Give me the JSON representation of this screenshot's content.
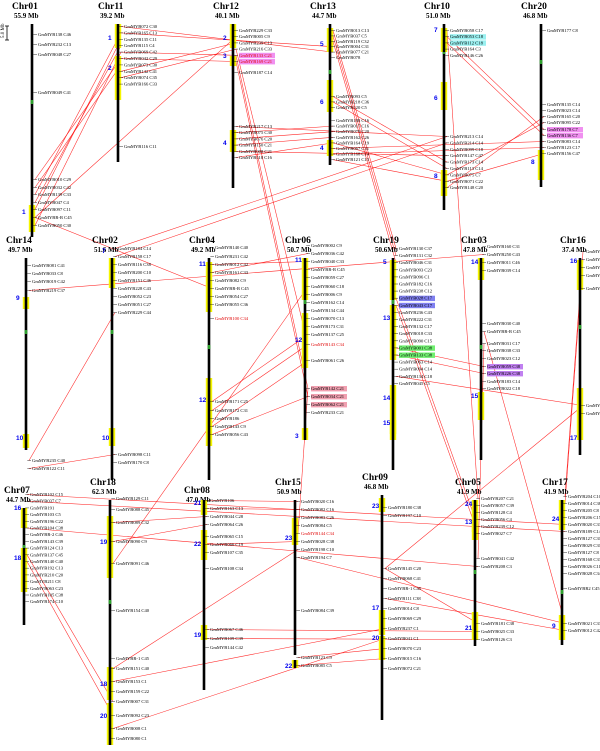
{
  "scale_label": "5.0 Mb",
  "colors": {
    "chromosome": "#000000",
    "block": "#f5f500",
    "centromere": "#2ea02e",
    "link": "#ff0000",
    "gene_text": "#000000",
    "highlight_red_text": "#e00000",
    "block_number": "#0000ee",
    "hl_cyan": "#99f0f0",
    "hl_pink": "#f090f0",
    "hl_blue": "#8080f0",
    "hl_green": "#70f070",
    "hl_violet": "#c080f0",
    "hl_rose": "#f0a0b0"
  },
  "chromosomes": [
    {
      "name": "Chr01",
      "size": "55.9 Mb",
      "genes": [
        {
          "label": "GmMYB138 C46"
        },
        {
          "label": "GmMYB232 C13"
        },
        {
          "label": "GmMYB048 C27"
        },
        {
          "label": "GmMYB049 C41"
        },
        {
          "label": "GmMYB010 C29"
        },
        {
          "label": "GmMYB032 C42"
        },
        {
          "label": "GmMYB139 C33"
        },
        {
          "label": "GmMYB047 C4"
        },
        {
          "label": "GmMYB097 C11"
        },
        {
          "label": "GmMYBR-R C45"
        },
        {
          "label": "GmMYB050 C30"
        }
      ],
      "blocks": [
        {
          "label": "1"
        }
      ]
    },
    {
      "name": "Chr11",
      "size": "39.2 Mb",
      "genes": [
        {
          "label": "GmMYB072 C30"
        },
        {
          "label": "GmMYB165 C13"
        },
        {
          "label": "GmMYB135 C11"
        },
        {
          "label": "GmMYB115 C4"
        },
        {
          "label": "GmMYB069 C42"
        },
        {
          "label": "GmMYB042 C29"
        },
        {
          "label": "GmMYB073 C30"
        },
        {
          "label": "GmMYB142 C41"
        },
        {
          "label": "GmMYB074 C35"
        },
        {
          "label": "GmMYB166 C33"
        },
        {
          "label": "GmMYB116 C11"
        }
      ],
      "blocks": [
        {
          "label": "1"
        },
        {
          "label": "2"
        }
      ]
    },
    {
      "name": "Chr12",
      "size": "40.1 Mb",
      "genes": [
        {
          "label": "GmMYB229 C33"
        },
        {
          "label": "GmMYB005 C9"
        },
        {
          "label": "GmMYB239 C13"
        },
        {
          "label": "GmMYB216 C33"
        },
        {
          "label": "GmMYB133 C21"
        },
        {
          "label": "GmMYB169 C21"
        },
        {
          "label": "GmMYB187 C14"
        },
        {
          "label": "GmMYB217 C13"
        },
        {
          "label": "GmMYB075 C30"
        },
        {
          "label": "GmMYB076 C20"
        },
        {
          "label": "GmMYB150 C21"
        },
        {
          "label": "GmMYB008 C21"
        },
        {
          "label": "GmMYB118 C16"
        }
      ],
      "blocks": [
        {
          "label": "2"
        },
        {
          "label": "3"
        },
        {
          "label": "4"
        }
      ]
    },
    {
      "name": "Chr13",
      "size": "44.7 Mb",
      "genes": [
        {
          "label": "GmMYB013 C13"
        },
        {
          "label": "GmMYB037 C5"
        },
        {
          "label": "GmMYB119 C32"
        },
        {
          "label": "GmMYB004 C31"
        },
        {
          "label": "GmMYB077 C21"
        },
        {
          "label": "GmMYB078"
        },
        {
          "label": "GmMYB093 C5"
        },
        {
          "label": "GmMYB218 C36"
        },
        {
          "label": "GmMYB120 C5"
        },
        {
          "label": "GmMYB188 C16"
        },
        {
          "label": "GmMYB017 C16"
        },
        {
          "label": "GmMYB079 C20"
        },
        {
          "label": "GmMYB162 C26"
        },
        {
          "label": "GmMYB164 C19"
        },
        {
          "label": "GmMYB067 C31"
        },
        {
          "label": "GmMYB168 C14"
        },
        {
          "label": "GmMYB121 C15"
        }
      ],
      "blocks": [
        {
          "label": "5"
        },
        {
          "label": "6"
        },
        {
          "label": "4"
        }
      ]
    },
    {
      "name": "Chr10",
      "size": "51.0 Mb",
      "genes": [
        {
          "label": "GmMYB058 C17"
        },
        {
          "label": "GmMYB053 C18"
        },
        {
          "label": "GmMYB112 C18"
        },
        {
          "label": "GmMYB164 C3"
        },
        {
          "label": "GmMYB146 C26"
        },
        {
          "label": "GmMYB213 C14"
        },
        {
          "label": "GmMYB214 C14"
        },
        {
          "label": "GmMYB099 C18"
        },
        {
          "label": "GmMYB147 C47"
        },
        {
          "label": "GmMYB173 C14"
        },
        {
          "label": "GmMYB113 C14"
        },
        {
          "label": "GmMYB075 C7"
        },
        {
          "label": "GmMYB071 C22"
        },
        {
          "label": "GmMYB148 C20"
        }
      ],
      "blocks": [
        {
          "label": "7"
        },
        {
          "label": "6"
        },
        {
          "label": "8"
        }
      ]
    },
    {
      "name": "Chr20",
      "size": "46.8 Mb",
      "genes": [
        {
          "label": "GmMYB177 C8"
        },
        {
          "label": "GmMYB135 C14"
        },
        {
          "label": "GmMYB023 C14"
        },
        {
          "label": "GmMYB165 C20"
        },
        {
          "label": "GmMYB095 C22"
        },
        {
          "label": "GmMYB178 C7"
        },
        {
          "label": "GmMYB136 C7"
        },
        {
          "label": "GmMYB083 C14"
        },
        {
          "label": "GmMYB123 C17"
        },
        {
          "label": "GmMYB156 C47"
        }
      ],
      "blocks": [
        {
          "label": "8"
        }
      ]
    },
    {
      "name": "Chr14",
      "size": "49.7 Mb",
      "genes": [
        {
          "label": "GmMYB081 C41"
        },
        {
          "label": "GmMYB033 C8"
        },
        {
          "label": "GmMYB019 C42"
        },
        {
          "label": "GmMYB219 C37"
        },
        {
          "label": "GmMYB235 C40"
        },
        {
          "label": "GmMYB122 C11"
        }
      ],
      "blocks": [
        {
          "label": "9"
        },
        {
          "label": "10"
        }
      ]
    },
    {
      "name": "Chr02",
      "size": "51.6 Mb",
      "genes": [
        {
          "label": "GmMYB184 C14"
        },
        {
          "label": "GmMYB158 C17"
        },
        {
          "label": "GmMYB116 C38"
        },
        {
          "label": "GmMYB200 C10"
        },
        {
          "label": "GmMYB151 C46"
        },
        {
          "label": "GmMYB228 C43"
        },
        {
          "label": "GmMYB052 C23"
        },
        {
          "label": "GmMYB051 C27"
        },
        {
          "label": "GmMYB229 C44"
        },
        {
          "label": "GmMYB098 C11"
        },
        {
          "label": "GmMYB170 C8"
        }
      ],
      "blocks": [
        {
          "label": "7"
        },
        {
          "label": "10"
        }
      ]
    },
    {
      "name": "Chr04",
      "size": "49.2 Mb",
      "genes": [
        {
          "label": "GmMYB140 C40"
        },
        {
          "label": "GmMYB231 C42"
        },
        {
          "label": "GmMYB012 C42"
        },
        {
          "label": "GmMYB161 C33"
        },
        {
          "label": "GmMYB082 C9"
        },
        {
          "label": "GmMYBR-R C45"
        },
        {
          "label": "GmMYB054 C27"
        },
        {
          "label": "GmMYB055 C36"
        },
        {
          "label": "GmMYB100 C34"
        },
        {
          "label": "GmMYB171 C25"
        },
        {
          "label": "GmMYB172 C31"
        },
        {
          "label": "GmMYB186"
        },
        {
          "label": "GmMYB143 C9"
        },
        {
          "label": "GmMYB056 C43"
        }
      ],
      "blocks": [
        {
          "label": "11"
        },
        {
          "label": "12"
        }
      ]
    },
    {
      "name": "Chr06",
      "size": "50.7 Mb",
      "genes": [
        {
          "label": "GmMYB002 C9"
        },
        {
          "label": "GmMYB036 C42"
        },
        {
          "label": "GmMYB040 C33"
        },
        {
          "label": "GmMYBR-R C45"
        },
        {
          "label": "GmMYB059 C27"
        },
        {
          "label": "GmMYB060 C18"
        },
        {
          "label": "GmMYB006 C9"
        },
        {
          "label": "GmMYB162 C14"
        },
        {
          "label": "GmMYB134 C44"
        },
        {
          "label": "GmMYB070 C13"
        },
        {
          "label": "GmMYB173 C31"
        },
        {
          "label": "GmMYB137 C25"
        },
        {
          "label": "GmMYB143 C34"
        },
        {
          "label": "GmMYB061 C26"
        },
        {
          "label": "GmMYB142 C21"
        },
        {
          "label": "GmMYB034 C21"
        },
        {
          "label": "GmMYB062 C21"
        },
        {
          "label": "GmMYB233 C21"
        }
      ],
      "blocks": [
        {
          "label": "11"
        },
        {
          "label": "12"
        },
        {
          "label": "3"
        }
      ]
    },
    {
      "name": "Chr19",
      "size": "50.6Mb",
      "genes": [
        {
          "label": "GmMYB130 C37"
        },
        {
          "label": "GmMYB131 C32"
        },
        {
          "label": "GmMYB046 C31"
        },
        {
          "label": "GmMYB093 C23"
        },
        {
          "label": "GmMYB096 C1"
        },
        {
          "label": "GmMYB182 C16"
        },
        {
          "label": "GmMYB238 C12"
        },
        {
          "label": "GmMYB028 C17"
        },
        {
          "label": "GmMYB043 C17"
        },
        {
          "label": "GmMYB236 C43"
        },
        {
          "label": "GmMYB222 C31"
        },
        {
          "label": "GmMYB132 C17"
        },
        {
          "label": "GmMYB018 C33"
        },
        {
          "label": "GmMYB090 C15"
        },
        {
          "label": "GmMYB001 C38"
        },
        {
          "label": "GmMYB133 C38"
        },
        {
          "label": "GmMYB063 C14"
        },
        {
          "label": "GmMYB094 C14"
        },
        {
          "label": "GmMYB134 C18"
        },
        {
          "label": "GmMYB045 C5"
        }
      ],
      "blocks": [
        {
          "label": "5"
        },
        {
          "label": "13"
        },
        {
          "label": "14"
        },
        {
          "label": "15"
        }
      ]
    },
    {
      "name": "Chr03",
      "size": "47.8 Mb",
      "genes": [
        {
          "label": "GmMYB160 C31"
        },
        {
          "label": "GmMYB250 C43"
        },
        {
          "label": "GmMYB011 C46"
        },
        {
          "label": "GmMYB039 C14"
        },
        {
          "label": "GmMYB030 C40"
        },
        {
          "label": "GmMYBR-R C45"
        },
        {
          "label": "GmMYB031 C17"
        },
        {
          "label": "GmMYB038 C33"
        },
        {
          "label": "GmMYB023 C12"
        },
        {
          "label": "GmMYB059 C38"
        },
        {
          "label": "GmMYB226 C38"
        },
        {
          "label": "GmMYB183 C14"
        },
        {
          "label": "GmMYB022 C18"
        }
      ],
      "blocks": [
        {
          "label": "14"
        },
        {
          "label": "15"
        }
      ]
    },
    {
      "name": "Chr16",
      "size": "37.4 Mb",
      "genes": [
        {
          "label": "GmMYB163 C7"
        },
        {
          "label": "GmMYB124 C5"
        },
        {
          "label": "GmMYB214 C12"
        },
        {
          "label": "GmMYB125 C17"
        },
        {
          "label": "GmMYB086 C29"
        },
        {
          "label": "GmMYB152 C20"
        },
        {
          "label": "GmMYB087 C18"
        }
      ],
      "blocks": [
        {
          "label": "16"
        },
        {
          "label": "17"
        }
      ]
    },
    {
      "name": "Chr07",
      "size": "44.7 Mb",
      "genes": [
        {
          "label": "GmMYB102 C15"
        },
        {
          "label": "GmMYB037 C7"
        },
        {
          "label": "GmMYB191"
        },
        {
          "label": "GmMYB103 C5"
        },
        {
          "label": "GmMYB196 C22"
        },
        {
          "label": "GmMYB104 C38"
        },
        {
          "label": "GmMYBR-2 C46"
        },
        {
          "label": "GmMYB143 C39"
        },
        {
          "label": "GmMYB124 C13"
        },
        {
          "label": "GmMYB137 C45"
        },
        {
          "label": "GmMYB140 C40"
        },
        {
          "label": "GmMYB192 C13"
        },
        {
          "label": "GmMYB210 C20"
        },
        {
          "label": "GmMYB211 C8"
        },
        {
          "label": "GmMYB063 C23"
        },
        {
          "label": "GmMYB105 C38"
        },
        {
          "label": "GmMYB174 C10"
        }
      ],
      "blocks": [
        {
          "label": "16"
        },
        {
          "label": "18"
        }
      ]
    },
    {
      "name": "Chr18",
      "size": "62.3 Mb",
      "genes": [
        {
          "label": "GmMYB129 C11"
        },
        {
          "label": "GmMYB088 C45"
        },
        {
          "label": "GmMYB089 C32"
        },
        {
          "label": "GmMYB090 C9"
        },
        {
          "label": "GmMYB091 C46"
        },
        {
          "label": "GmMYB154 C40"
        },
        {
          "label": "GmMYBR-1 C45"
        },
        {
          "label": "GmMYB151 C40"
        },
        {
          "label": "GmMYB153 C1"
        },
        {
          "label": "GmMYB159 C22"
        },
        {
          "label": "GmMYB007 C31"
        },
        {
          "label": "GmMYB092 C23"
        },
        {
          "label": "GmMYB008 C1"
        },
        {
          "label": "GmMYB080 C1"
        }
      ],
      "blocks": [
        {
          "label": "19"
        },
        {
          "label": "18"
        },
        {
          "label": "20"
        }
      ]
    },
    {
      "name": "Chr08",
      "size": "47.0 Mb",
      "genes": [
        {
          "label": "GmMYB106"
        },
        {
          "label": "GmMYB163 C13"
        },
        {
          "label": "GmMYB044 C28"
        },
        {
          "label": "GmMYB064 C26"
        },
        {
          "label": "GmMYB065 C15"
        },
        {
          "label": "GmMYB066 C19"
        },
        {
          "label": "GmMYB107 C35"
        },
        {
          "label": "GmMYB108 C34"
        },
        {
          "label": "GmMYB067 C46"
        },
        {
          "label": "GmMYB109 C39"
        },
        {
          "label": "GmMYB144 C42"
        }
      ],
      "blocks": [
        {
          "label": "21"
        },
        {
          "label": "22"
        },
        {
          "label": "19"
        }
      ]
    },
    {
      "name": "Chr15",
      "size": "50.9 Mb",
      "genes": [
        {
          "label": "GmMYB020 C16"
        },
        {
          "label": "GmMYB082 C16"
        },
        {
          "label": "GmMYB083 C26"
        },
        {
          "label": "GmMYB084 C5"
        },
        {
          "label": "GmMYB144 C34"
        },
        {
          "label": "GmMYB028 C38"
        },
        {
          "label": "GmMYB198 C10"
        },
        {
          "label": "GmMYB194 C7"
        },
        {
          "label": "GmMYB084 C39"
        },
        {
          "label": "GmMYB123 C9"
        },
        {
          "label": "GmMYB085 C5"
        }
      ],
      "blocks": [
        {
          "label": "23"
        },
        {
          "label": "22"
        }
      ]
    },
    {
      "name": "Chr09",
      "size": "46.8 Mb",
      "genes": [
        {
          "label": "GmMYB180 C38"
        },
        {
          "label": "GmMYB197 C10"
        },
        {
          "label": "GmMYB145 C20"
        },
        {
          "label": "GmMYB068 C41"
        },
        {
          "label": "GmMYBR-1 C45"
        },
        {
          "label": "GmMYB111 C38"
        },
        {
          "label": "GmMYB014 C8"
        },
        {
          "label": "GmMYB069 C29"
        },
        {
          "label": "GmMYB237 C1"
        },
        {
          "label": "GmMYB041 C1"
        },
        {
          "label": "GmMYB070 C23"
        },
        {
          "label": "GmMYB015 C16"
        },
        {
          "label": "GmMYB072 C21"
        }
      ],
      "blocks": [
        {
          "label": "23"
        },
        {
          "label": "17"
        },
        {
          "label": "20"
        }
      ]
    },
    {
      "name": "Chr05",
      "size": "41.9 Mb",
      "genes": [
        {
          "label": "GmMYB207 C21"
        },
        {
          "label": "GmMYB057 C39"
        },
        {
          "label": "GmMYB128 C4"
        },
        {
          "label": "GmMYB056 C4"
        },
        {
          "label": "GmMYB239 C12"
        },
        {
          "label": "GmMYB027 C7"
        },
        {
          "label": "GmMYB041 C42"
        },
        {
          "label": "GmMYB208 C3"
        },
        {
          "label": "GmMYB181 C38"
        },
        {
          "label": "GmMYB025 C33"
        },
        {
          "label": "GmMYB126 C3"
        }
      ],
      "blocks": [
        {
          "label": "24"
        },
        {
          "label": "13"
        },
        {
          "label": "21"
        }
      ]
    },
    {
      "name": "Chr17",
      "size": "41.9 Mb",
      "genes": [
        {
          "label": "GmMYB204 C10"
        },
        {
          "label": "GmMYB014 C38"
        },
        {
          "label": "GmMYB205 C8"
        },
        {
          "label": "GmMYB206 C15"
        },
        {
          "label": "GmMYB020 C33"
        },
        {
          "label": "GmMYB189 C14"
        },
        {
          "label": "GmMYB127 C31"
        },
        {
          "label": "GmMYB029 C31"
        },
        {
          "label": "GmMYB127 C8"
        },
        {
          "label": "GmMYB168 C33"
        },
        {
          "label": "GmMYB026 C11"
        },
        {
          "label": "GmMYB028 C34"
        },
        {
          "label": "GmMYBR2 C45"
        },
        {
          "label": "GmMYB021 C33"
        },
        {
          "label": "GmMYB012 C42"
        }
      ],
      "blocks": [
        {
          "label": "24"
        },
        {
          "label": "9"
        }
      ]
    }
  ]
}
